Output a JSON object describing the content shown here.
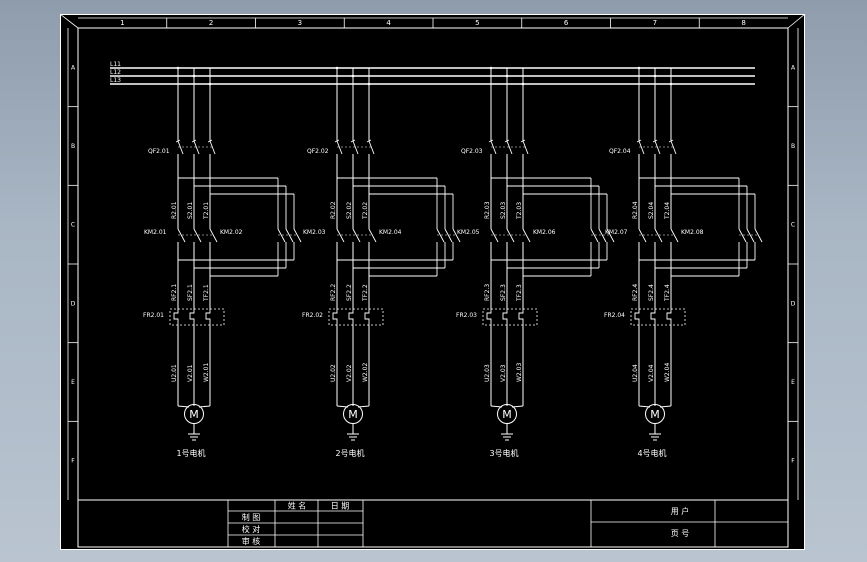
{
  "frame": {
    "columns": [
      "1",
      "2",
      "3",
      "4",
      "5",
      "6",
      "7",
      "8"
    ],
    "rows": [
      "A",
      "B",
      "C",
      "D",
      "E",
      "F"
    ]
  },
  "bus": {
    "lines": [
      "L11",
      "L12",
      "L13"
    ]
  },
  "circuits": [
    {
      "breaker": "QF2.01",
      "wires_top": [
        "R2.01",
        "S2.01",
        "T2.01"
      ],
      "contactor_a": "KM2.01",
      "contactor_b": "KM2.02",
      "wires_mid": [
        "RF2.1",
        "SF2.1",
        "TF2.1"
      ],
      "relay": "FR2.01",
      "wires_bot": [
        "U2.01",
        "V2.01",
        "W2.01"
      ],
      "motor_symbol": "M",
      "caption": "1号电机"
    },
    {
      "breaker": "QF2.02",
      "wires_top": [
        "R2.02",
        "S2.02",
        "T2.02"
      ],
      "contactor_a": "KM2.03",
      "contactor_b": "KM2.04",
      "wires_mid": [
        "RF2.2",
        "SF2.2",
        "TF2.2"
      ],
      "relay": "FR2.02",
      "wires_bot": [
        "U2.02",
        "V2.02",
        "W2.02"
      ],
      "motor_symbol": "M",
      "caption": "2号电机"
    },
    {
      "breaker": "QF2.03",
      "wires_top": [
        "R2.03",
        "S2.03",
        "T2.03"
      ],
      "contactor_a": "KM2.05",
      "contactor_b": "KM2.06",
      "wires_mid": [
        "RF2.3",
        "SF2.3",
        "TF2.3"
      ],
      "relay": "FR2.03",
      "wires_bot": [
        "U2.03",
        "V2.03",
        "W2.03"
      ],
      "motor_symbol": "M",
      "caption": "3号电机"
    },
    {
      "breaker": "QF2.04",
      "wires_top": [
        "R2.04",
        "S2.04",
        "T2.04"
      ],
      "contactor_a": "KM2.07",
      "contactor_b": "KM2.08",
      "wires_mid": [
        "RF2.4",
        "SF2.4",
        "TF2.4"
      ],
      "relay": "FR2.04",
      "wires_bot": [
        "U2.04",
        "V2.04",
        "W2.04"
      ],
      "motor_symbol": "M",
      "caption": "4号电机"
    }
  ],
  "title_block": {
    "name_header": "姓 名",
    "date_header": "日 期",
    "rows": [
      "制 图",
      "校 对",
      "审 核"
    ],
    "customer": "用 户",
    "page": "页 号"
  },
  "colors": {
    "line": "#ffffff",
    "frame": "#ffffff",
    "background": "#000000",
    "relay_box": "#ffffff"
  }
}
